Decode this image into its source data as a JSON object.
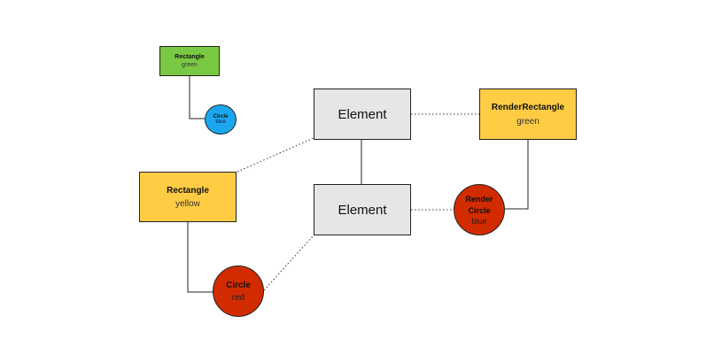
{
  "nodes": {
    "rect_green": {
      "title": "Rectangle",
      "sub": "green"
    },
    "circle_blue": {
      "title": "Circle",
      "sub": "blue"
    },
    "rect_yellow": {
      "title": "Rectangle",
      "sub": "yellow"
    },
    "circle_red": {
      "title": "Circle",
      "sub": "red"
    },
    "element_1": {
      "title": "Element"
    },
    "element_2": {
      "title": "Element"
    },
    "render_rect": {
      "title": "RenderRectangle",
      "sub": "green"
    },
    "render_circle": {
      "title_line1": "Render",
      "title_line2": "Circle",
      "sub": "blue"
    }
  },
  "colors": {
    "green": "#7ac943",
    "blue": "#1ba7ef",
    "yellow": "#ffcc44",
    "red": "#d32b00",
    "element_gray": "#e6e6e6"
  }
}
